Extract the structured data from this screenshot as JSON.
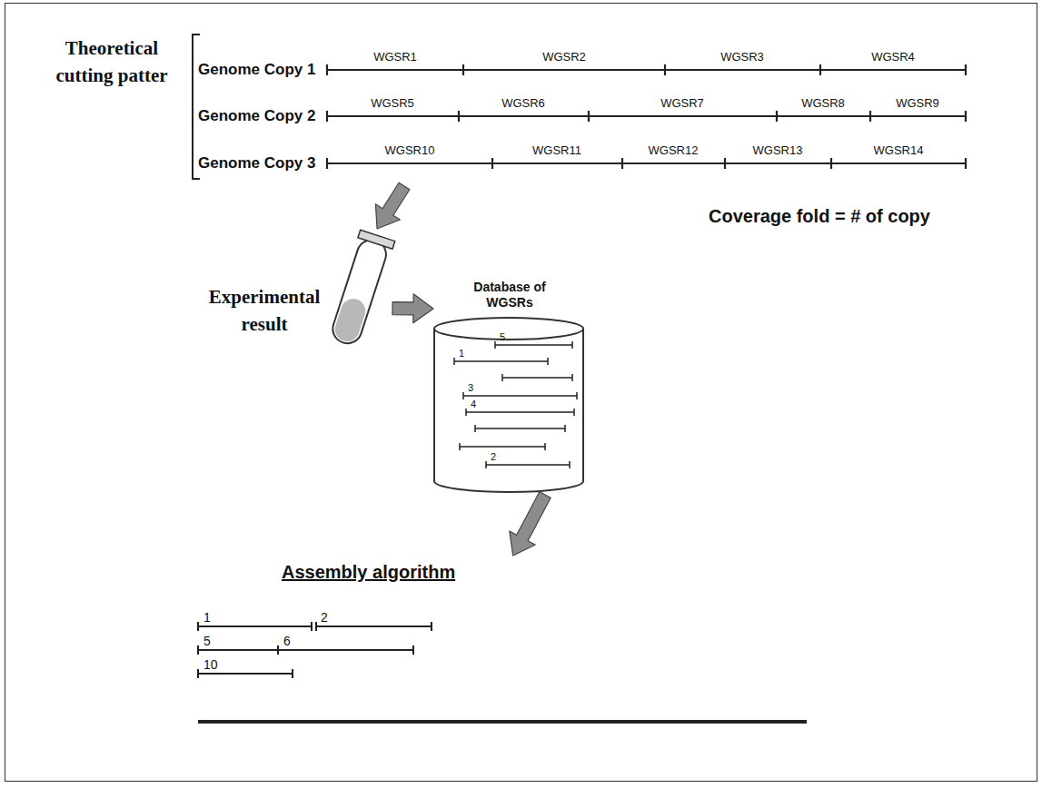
{
  "diagram": {
    "nodes": [
      {
        "text": [
          "Theoretical cutting patter"
        ]
      },
      {
        "text": [
          "Experimental result"
        ]
      },
      {
        "text": [
          "Database of WGSRs"
        ]
      },
      {
        "text": [
          "Assembly algorithm"
        ]
      }
    ],
    "edges": [
      {
        "from": 0,
        "to": 1,
        "arrow": "to"
      },
      {
        "from": 1,
        "to": 2,
        "arrow": "to"
      },
      {
        "from": 2,
        "to": 3,
        "arrow": "to"
      }
    ],
    "labels": [
      "Genome Copy 1",
      "WGSR1",
      "WGSR2",
      "WGSR3",
      "WGSR4",
      "Genome Copy 2",
      "WGSR5",
      "WGSR6",
      "WGSR7",
      "WGSR8",
      "WGSR9",
      "Genome Copy 3",
      "WGSR10",
      "WGSR11",
      "WGSR12",
      "WGSR13",
      "WGSR14",
      "Coverage fold = # of copy",
      "5",
      "1",
      "3",
      "4",
      "2",
      "1",
      "2",
      "5",
      "6",
      "10"
    ]
  }
}
